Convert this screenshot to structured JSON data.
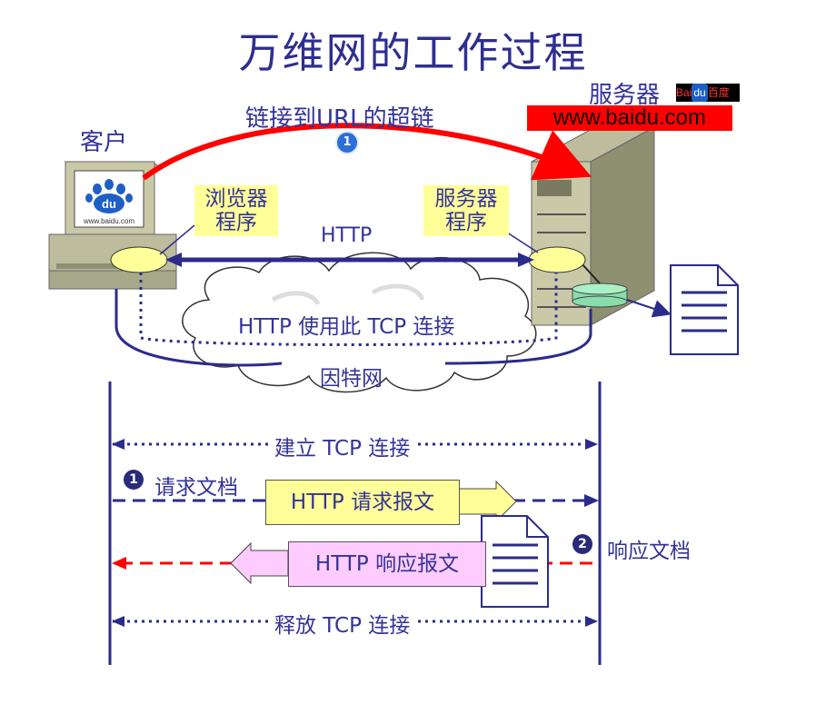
{
  "title": "万维网的工作过程",
  "client_label": "客户",
  "server_label": "服务器",
  "url_label": "链接到URL的超链",
  "server_domain": "www.baidu.com",
  "logo_small": {
    "left": "Bai",
    "mid": "du",
    "right": "百度"
  },
  "screen_logo_text": "www.baidu.com",
  "screen_logo_mark": "du",
  "browser_note": "浏览器\n程序",
  "server_note": "服务器\n程序",
  "http_label": "HTTP",
  "cloud_tcp_label": "HTTP 使用此 TCP 连接",
  "internet_label": "因特网",
  "establish_label": "建立 TCP 连接",
  "request_doc_label": "请求文档",
  "request_msg_label": "HTTP 请求报文",
  "response_doc_label": "响应文档",
  "response_msg_label": "HTTP 响应报文",
  "release_label": "释放 TCP 连接",
  "badges": {
    "one": "1",
    "two": "2"
  },
  "colors": {
    "title": "#2e2e90",
    "arrow_red": "#ff0000",
    "line_blue": "#2b2b8c",
    "note_yellow": "#ffff99",
    "resp_pink": "#ffccff"
  }
}
